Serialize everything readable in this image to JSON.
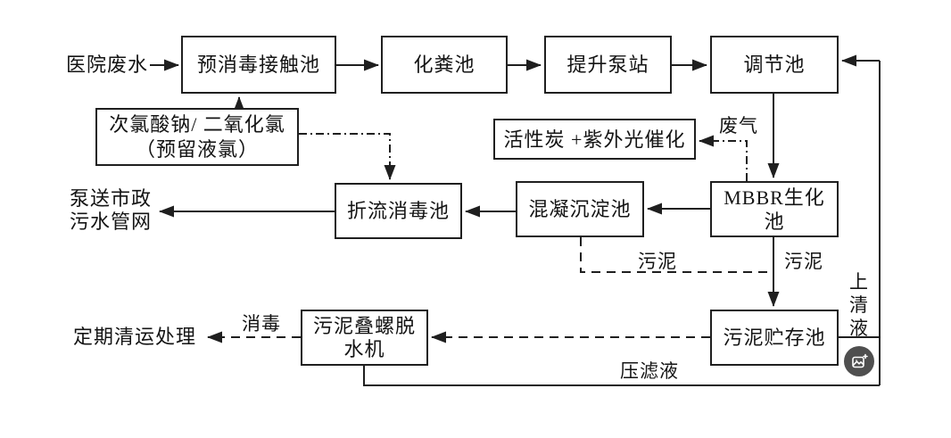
{
  "diagram": {
    "title_hint": "hospital-wastewater-treatment-process-flow",
    "nodes": {
      "hospital_wastewater": "医院废水",
      "pre_disinfection_tank": "预消毒接触池",
      "septic_tank": "化粪池",
      "lift_pump_station": "提升泵站",
      "regulating_tank": "调节池",
      "chlorine_line1": "次氯酸钠/ 二氧化氯",
      "chlorine_line2": "（预留液氯）",
      "activated_carbon_uv": "活性炭 +紫外光催化",
      "baffled_disinfection_tank": "折流消毒池",
      "coagulation_sedimentation_tank": "混凝沉淀池",
      "mbbr_tank": "MBBR生化池",
      "sludge_storage_tank": "污泥贮存池",
      "screw_dewatering_machine": "污泥叠螺脱水机",
      "municipal_line1": "泵送市政",
      "municipal_line2": "污水管网",
      "periodic_disposal": "定期清运处理"
    },
    "edge_labels": {
      "waste_gas": "废气",
      "sludge_mid": "污泥",
      "sludge_right": "污泥",
      "disinfection": "消毒",
      "filtrate": "压滤液",
      "supernatant": "上清液"
    },
    "colors": {
      "line": "#1f1f1f",
      "box_border": "#1f1f1f",
      "text": "#141414",
      "background": "#ffffff",
      "fab_background": "#4f4f4f",
      "fab_glyph": "#ffffff"
    }
  },
  "overlay": {
    "button_icon": "add-image-icon"
  }
}
